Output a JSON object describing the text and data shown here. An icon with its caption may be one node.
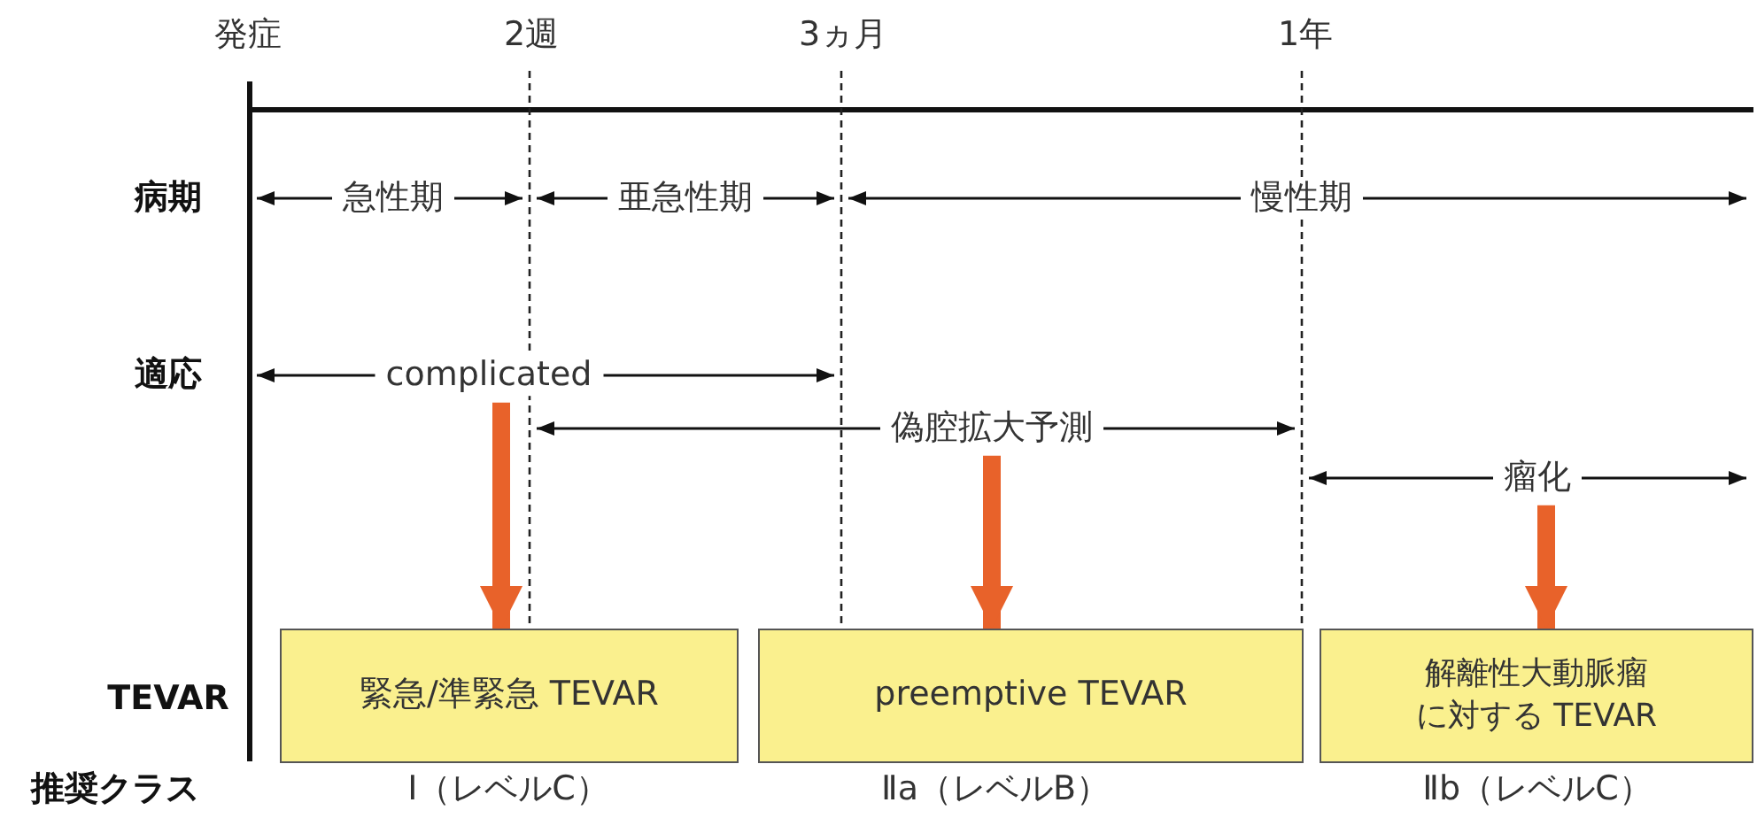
{
  "diagram": {
    "nodes": [
      {
        "text": [
          "complicated"
        ]
      },
      {
        "text": [
          "偽腔拡大予測"
        ]
      },
      {
        "text": [
          "瘤化"
        ]
      },
      {
        "text": [
          "緊急/準緊急 TEVAR"
        ],
        "beside": [
          "Ⅰ（レベルC）"
        ]
      },
      {
        "text": [
          "preemptive TEVAR"
        ],
        "beside": [
          "Ⅱa（レベルB）"
        ]
      },
      {
        "text": [
          "解離性大動脈瘤に対する TEVAR"
        ],
        "beside": [
          "Ⅱb（レベルC）"
        ]
      }
    ],
    "edges": [
      {
        "from": 0,
        "to": 3,
        "arrow": "to"
      },
      {
        "from": 1,
        "to": 4,
        "arrow": "to"
      },
      {
        "from": 2,
        "to": 5,
        "arrow": "to"
      }
    ],
    "labels": [
      "発症",
      "2週",
      "3ヵ月",
      "1年",
      "病期",
      "急性期",
      "亜急性期",
      "慢性期",
      "適応",
      "TEVAR",
      "推奨クラス"
    ]
  }
}
